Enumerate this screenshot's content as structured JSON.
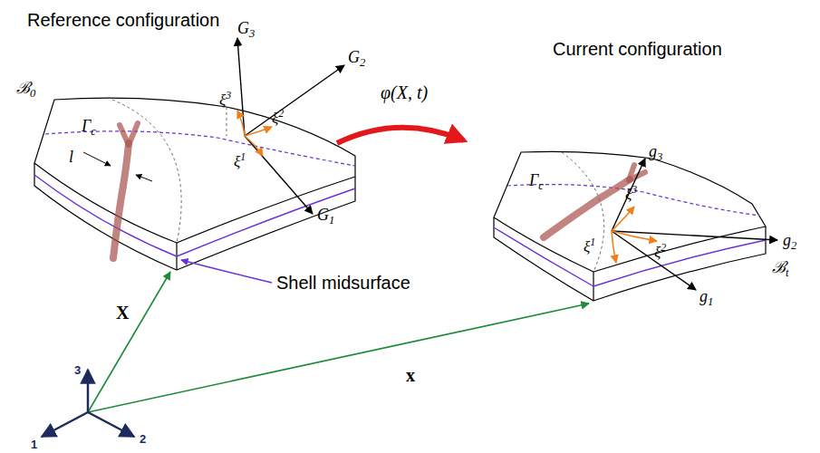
{
  "diagram": {
    "labels": [
      "Reference configuration",
      "Current configuration",
      "G3",
      "G2",
      "G1",
      "ξ3",
      "ξ2",
      "ξ1",
      "ℬ0",
      "Γc",
      "l",
      "X",
      "Shell midsurface",
      "φ(X, t)",
      "ξ3",
      "ξ1",
      "ξ2",
      "Γc",
      "ℬt",
      "g3",
      "g2",
      "g1",
      "x",
      "3",
      "2",
      "1"
    ]
  }
}
